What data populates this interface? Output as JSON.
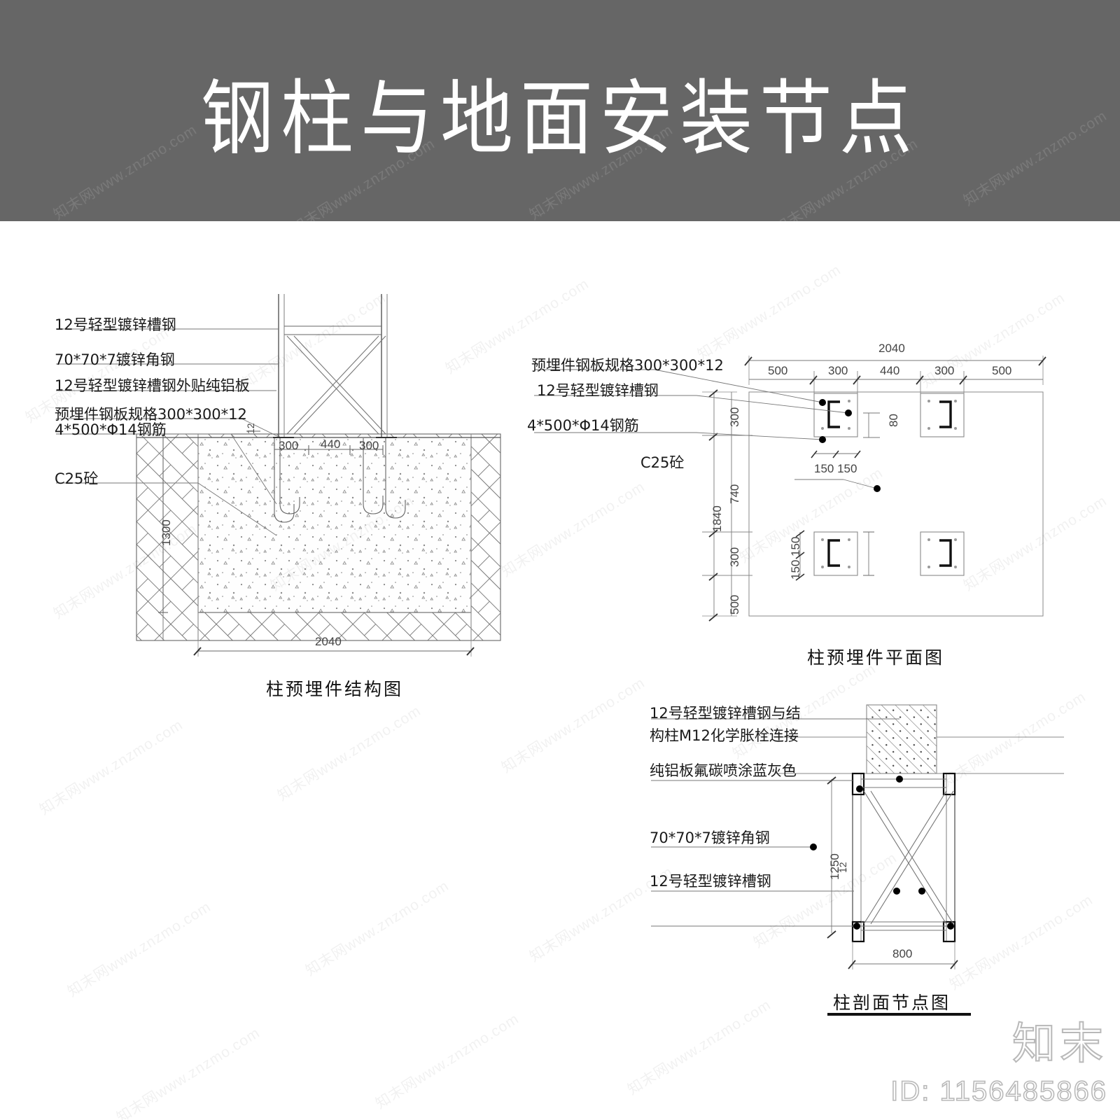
{
  "header": {
    "title": "钢柱与地面安装节点",
    "background_color": "#666666",
    "text_color": "#ffffff"
  },
  "watermark": {
    "text": "知末网www.znzmo.com",
    "brand": "知末",
    "id_label": "ID: 1156485866"
  },
  "drawings": [
    {
      "id": "foundation-section",
      "caption": "柱预埋件结构图",
      "labels": [
        "12号轻型镀锌槽钢",
        "70*70*7镀锌角钢",
        "12号轻型镀锌槽钢外贴纯铝板",
        "预埋件钢板规格300*300*12",
        "4*500*Φ14钢筋",
        "C25砼"
      ],
      "dimensions": {
        "left_plate": "300",
        "middle_gap": "440",
        "right_plate": "300",
        "overall_width": "2040",
        "depth": "1300",
        "plate_thickness": "12"
      }
    },
    {
      "id": "embed-plan",
      "caption": "柱预埋件平面图",
      "labels": [
        "预埋件钢板规格300*300*12",
        "12号轻型镀锌槽钢",
        "4*500*Φ14钢筋",
        "C25砼"
      ],
      "dimensions": {
        "overall_width": "2040",
        "horizontal_chain": [
          "500",
          "300",
          "440",
          "300",
          "500"
        ],
        "overall_height": "1840",
        "vertical_chain": [
          "300",
          "740",
          "300",
          "500"
        ],
        "plate_edge": "80",
        "bolt_spacing_top": "150 150",
        "bolt_spacing_side": "150 150"
      }
    },
    {
      "id": "column-section",
      "caption": "柱剖面节点图",
      "labels": [
        "12号轻型镀锌槽钢与结",
        "构柱M12化学胀栓连接",
        "纯铝板氟碳喷涂蓝灰色",
        "70*70*7镀锌角钢",
        "12号轻型镀锌槽钢"
      ],
      "dimensions": {
        "height": "1250",
        "width": "800",
        "plate_thickness": "12"
      }
    }
  ],
  "colors": {
    "line": "#555555",
    "line_dark": "#000000",
    "concrete_fill": "#fdfdfd",
    "banner": "#666666"
  }
}
